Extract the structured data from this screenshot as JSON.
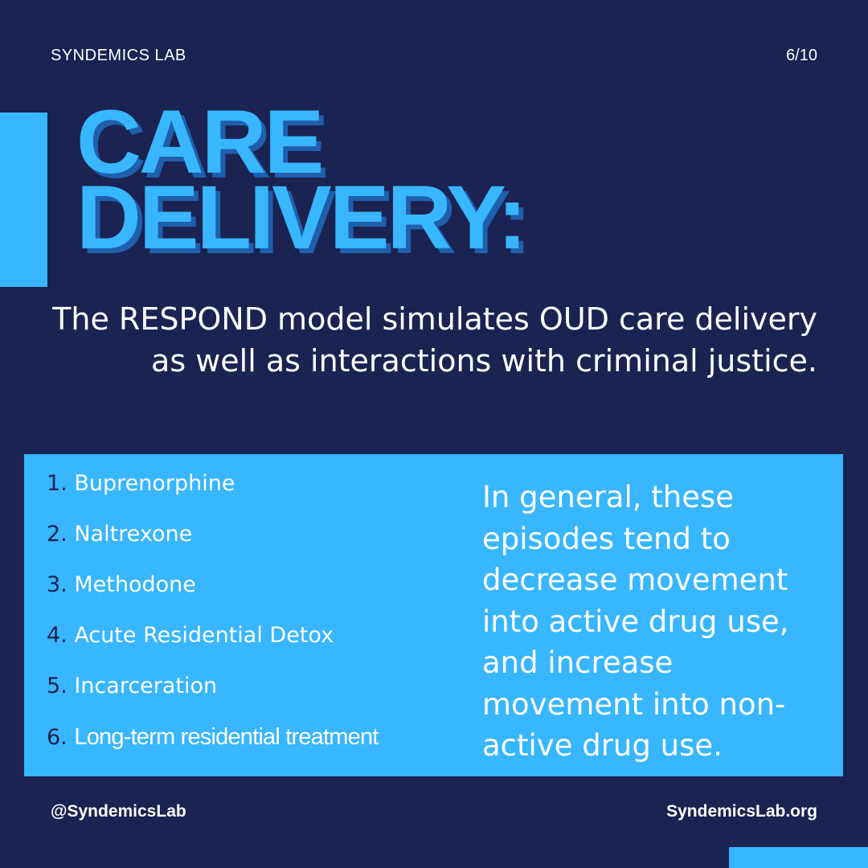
{
  "header": {
    "brand": "SYNDEMICS LAB",
    "page_indicator": "6/10"
  },
  "title": {
    "line1": "CARE",
    "line2": "DELIVERY:"
  },
  "intro": "The RESPOND model simulates OUD care delivery as well as interactions with criminal justice.",
  "list": [
    {
      "number": "1.",
      "label": "Buprenorphine"
    },
    {
      "number": "2.",
      "label": "Naltrexone"
    },
    {
      "number": "3.",
      "label": "Methodone"
    },
    {
      "number": "4.",
      "label": "Acute Residential Detox"
    },
    {
      "number": "5.",
      "label": "Incarceration"
    },
    {
      "number": "6.",
      "label": "Long-term residential treatment"
    }
  ],
  "summary": "In general, these episodes tend to decrease movement into active drug use, and increase movement into non-active drug use.",
  "footer": {
    "handle": "@SyndemicsLab",
    "website": "SyndemicsLab.org"
  },
  "colors": {
    "background": "#1a2351",
    "accent": "#38b6ff",
    "title_shadow": "#1f5fae",
    "text": "#ffffff"
  }
}
